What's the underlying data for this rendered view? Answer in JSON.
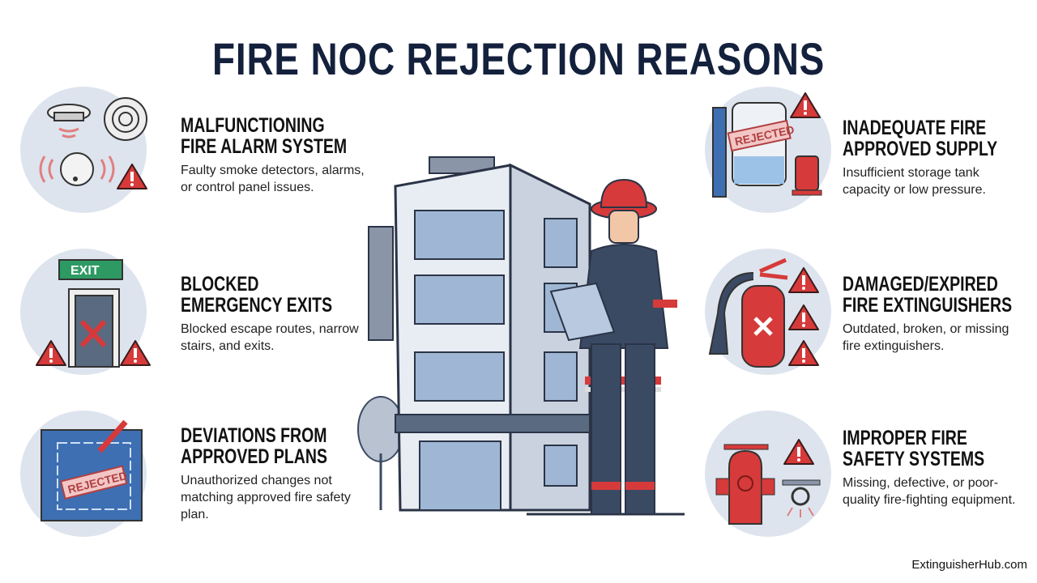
{
  "title": "FIRE NOC REJECTION REASONS",
  "colors": {
    "title": "#14213d",
    "warning": "#d63a3a",
    "circle_bg": "#dde4ee",
    "navy": "#3b4a63"
  },
  "items": [
    {
      "heading_1": "MALFUNCTIONING",
      "heading_2": "FIRE ALARM SYSTEM",
      "description": "Faulty smoke detectors, alarms, or control panel issues.",
      "icon": "smoke-detector-alarm-icon"
    },
    {
      "heading_1": "BLOCKED",
      "heading_2": "EMERGENCY EXITS",
      "description": "Blocked escape routes, narrow stairs, and exits.",
      "icon": "blocked-exit-door-icon",
      "sign": "EXIT"
    },
    {
      "heading_1": "DEVIATIONS FROM",
      "heading_2": "APPROVED PLANS",
      "description": "Unauthorized changes not matching approved fire safety plan.",
      "icon": "rejected-blueprint-icon",
      "stamp": "REJECTED"
    },
    {
      "heading_1": "INADEQUATE FIRE",
      "heading_2": "APPROVED SUPPLY",
      "description": "Insufficient storage tank capacity or low pressure.",
      "icon": "water-tank-hydrant-icon",
      "stamp": "REJECTED"
    },
    {
      "heading_1": "DAMAGED/EXPIRED",
      "heading_2": "FIRE EXTINGUISHERS",
      "description": "Outdated, broken, or missing fire extinguishers.",
      "icon": "fire-extinguisher-icon"
    },
    {
      "heading_1": "IMPROPER FIRE",
      "heading_2": "SAFETY SYSTEMS",
      "description": "Missing, defective, or poor-quality fire-fighting equipment.",
      "icon": "hydrant-sprinkler-icon"
    }
  ],
  "footer": "ExtinguisherHub.com"
}
